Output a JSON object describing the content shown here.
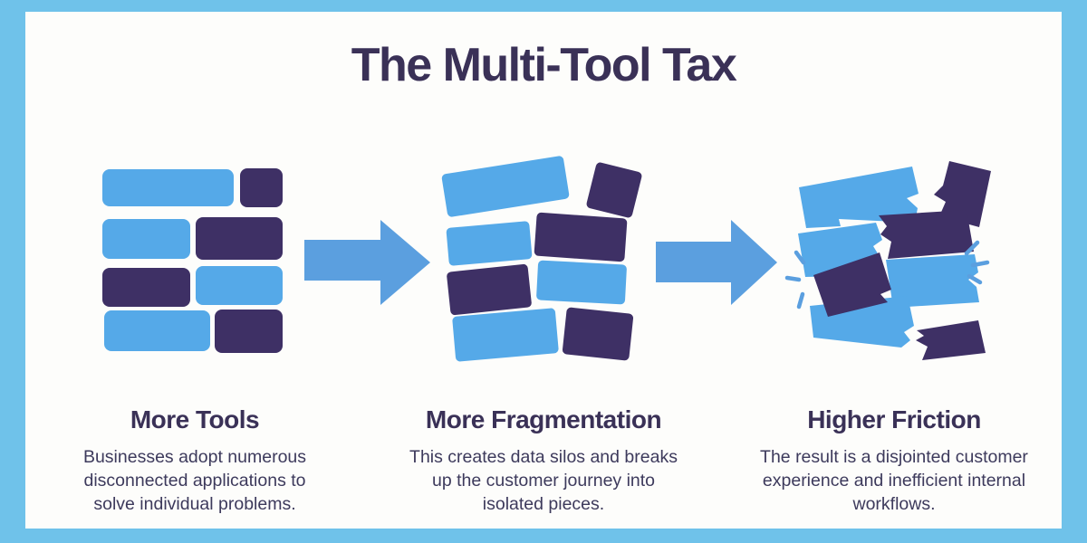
{
  "title": "The Multi-Tool Tax",
  "panels": [
    {
      "heading": "More Tools",
      "description": "Businesses adopt numerous disconnected applications to solve individual problems.",
      "icon": "blocks-grid-icon"
    },
    {
      "heading": "More Fragmentation",
      "description": "This creates data silos and breaks up the customer journey into isolated pieces.",
      "icon": "blocks-scattered-icon"
    },
    {
      "heading": "Higher Friction",
      "description": "The result is a disjointed customer experience and inefficient internal workflows.",
      "icon": "blocks-broken-icon"
    }
  ],
  "connectors": {
    "arrow_icon": "right-arrow-icon"
  },
  "colors": {
    "frame_border": "#6fc2ea",
    "background": "#fdfdfb",
    "block_blue": "#55a9e8",
    "block_dark": "#3e3065",
    "arrow_blue": "#5b9fdf",
    "heading_text": "#3a3157",
    "body_text": "#3d3a5c"
  }
}
